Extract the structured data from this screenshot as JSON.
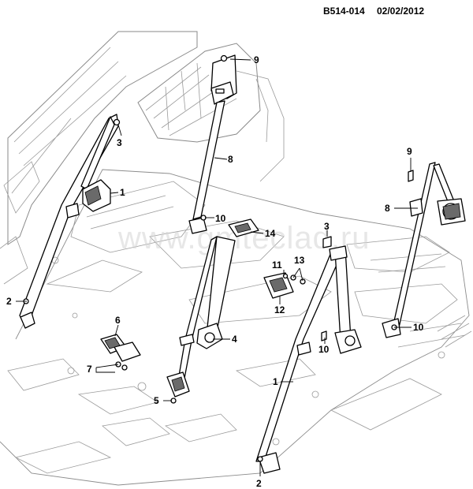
{
  "header": {
    "code": "B514-014",
    "date": "02/02/2012"
  },
  "watermark": "www.gmteclad.ru",
  "callouts": [
    {
      "id": "c9a",
      "label": "9"
    },
    {
      "id": "c3a",
      "label": "3"
    },
    {
      "id": "c1a",
      "label": "1"
    },
    {
      "id": "c8a",
      "label": "8"
    },
    {
      "id": "c10a",
      "label": "10"
    },
    {
      "id": "c14",
      "label": "14"
    },
    {
      "id": "c2a",
      "label": "2"
    },
    {
      "id": "c9b",
      "label": "9"
    },
    {
      "id": "c8b",
      "label": "8"
    },
    {
      "id": "c3b",
      "label": "3"
    },
    {
      "id": "c11",
      "label": "11"
    },
    {
      "id": "c13",
      "label": "13"
    },
    {
      "id": "c12",
      "label": "12"
    },
    {
      "id": "c6",
      "label": "6"
    },
    {
      "id": "c7",
      "label": "7"
    },
    {
      "id": "c4",
      "label": "4"
    },
    {
      "id": "c10b",
      "label": "10"
    },
    {
      "id": "c10c",
      "label": "10"
    },
    {
      "id": "c5",
      "label": "5"
    },
    {
      "id": "c1b",
      "label": "1"
    },
    {
      "id": "c2b",
      "label": "2"
    }
  ]
}
